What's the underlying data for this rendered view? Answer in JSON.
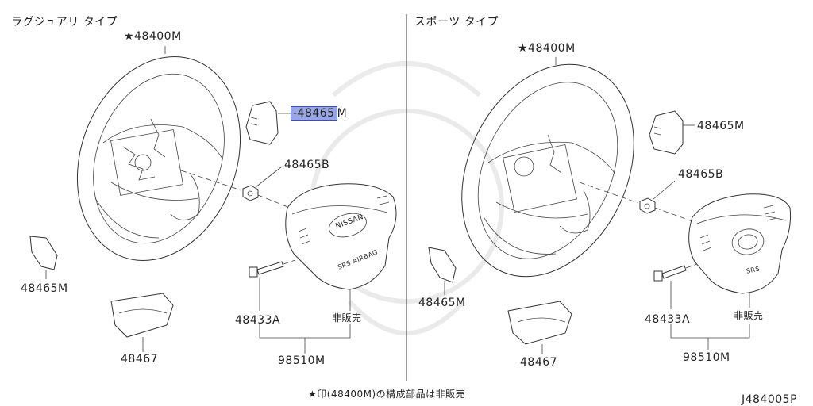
{
  "left": {
    "title": "ラグジュアリ タイプ",
    "wheel_part": "★48400M",
    "switch_part_highlight_prefix": "-48465",
    "switch_part_highlight_suffix": "M",
    "nut_part": "48465B",
    "cover_part": "48465M",
    "lower_cover_part": "48467",
    "bolt_part": "48433A",
    "not_sold": "非販売",
    "airbag_part": "98510M",
    "airbag_logo": "NISSAN",
    "airbag_text": "SRS AIRBAG"
  },
  "right": {
    "title": "スポーツ タイプ",
    "wheel_part": "★48400M",
    "switch_part": "48465M",
    "nut_part": "48465B",
    "cover_part": "48465M",
    "lower_cover_part": "48467",
    "bolt_part": "48433A",
    "not_sold": "非販売",
    "airbag_part": "98510M",
    "airbag_text": "SRS"
  },
  "footer": {
    "note": "★印(48400M)の構成部品は非販売",
    "code": "J484005P"
  }
}
